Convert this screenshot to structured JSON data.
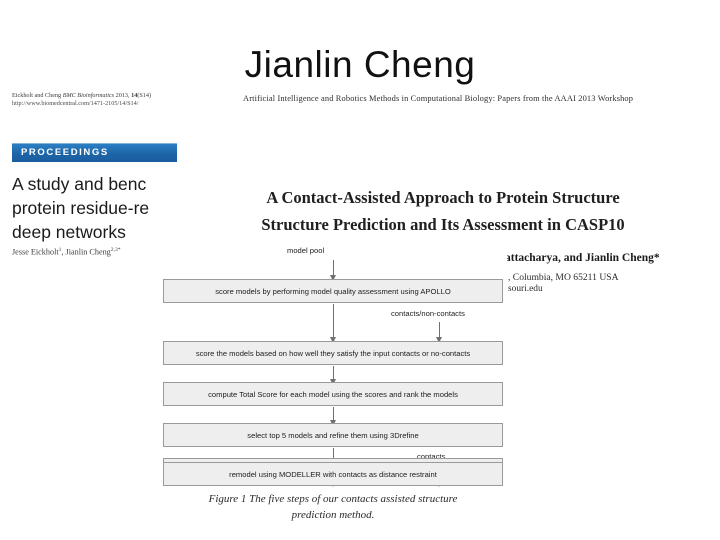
{
  "slide": {
    "title": "Jianlin Cheng",
    "background_color": "#ffffff"
  },
  "bmc_article": {
    "citation_line1_authors": "Eickholt and Cheng ",
    "citation_line1_journal": "BMC Bioinformatics",
    "citation_line1_volume": " 2013, ",
    "citation_line1_issue": "14",
    "citation_line1_suffix": "(S14)",
    "citation_line2_url": "http://www.biomedcentral.com/1471-2105/14/S14/",
    "banner_label": "PROCEEDINGS",
    "banner_color": "#1d65a8",
    "title_line1": "A study and benc",
    "title_line2": "protein residue-re",
    "title_line3": "deep networks",
    "authors_part1": "Jesse Eickholt",
    "authors_sup1": "1",
    "authors_part2": ", Jianlin Cheng",
    "authors_sup2": "2,3*"
  },
  "aaai_paper": {
    "workshop_header": "Artificial Intelligence and Robotics Methods in Computational Biology: Papers from the AAAI 2013 Workshop",
    "title_line1": "A Contact-Assisted Approach to Protein Structure",
    "title_line2": "Structure Prediction and Its Assessment in CASP10",
    "authors_visible": "attacharya, and Jianlin Cheng*",
    "affiliation_visible": ", Columbia, MO 65211 USA",
    "email_visible": "souri.edu"
  },
  "figure": {
    "input_label_top": "model pool",
    "side_label_contacts_non_contacts": "contacts/non-contacts",
    "side_label_contacts": "contacts",
    "steps": [
      "score models by performing model quality assessment using APOLLO",
      "score the models based on how well they satisfy the input contacts or no-contacts",
      "compute Total Score for each model using the scores and rank the models",
      "select top 5 models and refine them using 3Drefine",
      "remodel using MODELLER with contacts as distance restraint"
    ],
    "caption_line1": "Figure 1 The five steps of our contacts assisted structure",
    "caption_line2": "prediction method.",
    "box_fill": "#eeeeee",
    "box_border": "#9a9a9a"
  }
}
